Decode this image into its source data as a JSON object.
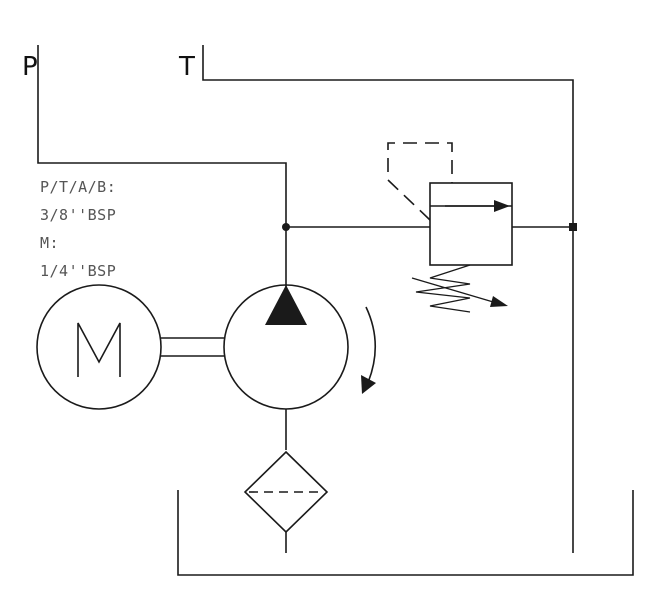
{
  "ports": {
    "pressure": "P",
    "tank": "T"
  },
  "spec": {
    "line1": "P/T/A/B:",
    "line2": "3/8''BSP",
    "line3": "M:",
    "line4": "1/4''BSP"
  },
  "colors": {
    "line": "#1a1a1a",
    "spec_text": "#555555",
    "background": "#ffffff"
  }
}
